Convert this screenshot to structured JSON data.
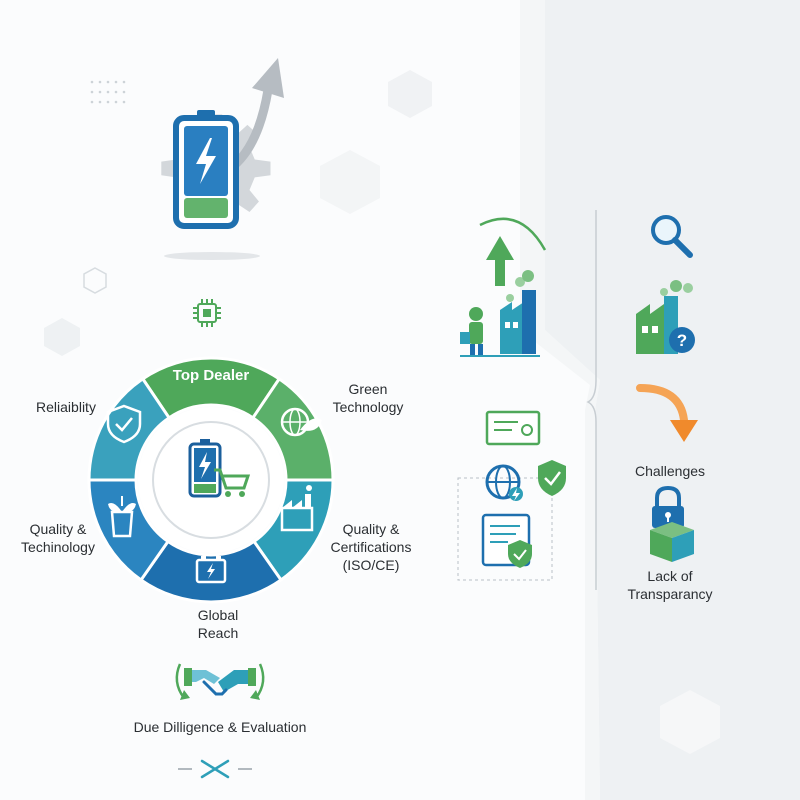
{
  "wheel": {
    "center_label": "Top Dealer",
    "segments": [
      {
        "label_lines": [
          "Green",
          "Technology"
        ]
      },
      {
        "label_lines": [
          "Quality &",
          "Certifications",
          "(ISO/CE)"
        ]
      },
      {
        "label_lines": [
          "Global",
          "Reach"
        ]
      },
      {
        "label_lines": [
          "Quality &",
          "Techinology"
        ]
      },
      {
        "label_lines": [
          "Reliaiblity"
        ]
      }
    ]
  },
  "footer": {
    "label": "Due Dilligence & Evaluation"
  },
  "right_panel": {
    "challenges_label": "Challenges",
    "transparency_label_lines": [
      "Lack of",
      "Transparancy"
    ]
  },
  "icons": {
    "hero": "battery-gear-arrow-icon",
    "chip": "chip-icon",
    "shield": "shield-check-icon",
    "globe_leaf": "globe-leaf-icon",
    "factory": "factory-icon",
    "battery_small": "battery-icon",
    "plant_box": "plant-box-icon",
    "battery_cart": "battery-cart-icon",
    "handshake": "handshake-icon",
    "worker_factory": "worker-factory-growth-icon",
    "certificate": "certificate-icon",
    "globe_shield": "globe-shield-icon",
    "document_shield": "document-shield-icon",
    "magnifier": "magnifier-icon",
    "factory_question": "factory-question-icon",
    "curved_arrow": "curved-arrow-icon",
    "lock_box": "lock-box-icon"
  },
  "colors": {
    "green": "#4fa85a",
    "teal": "#2e9fb8",
    "blue": "#1e6fae",
    "dark_blue": "#1b5f9c",
    "orange": "#f08a2c"
  }
}
